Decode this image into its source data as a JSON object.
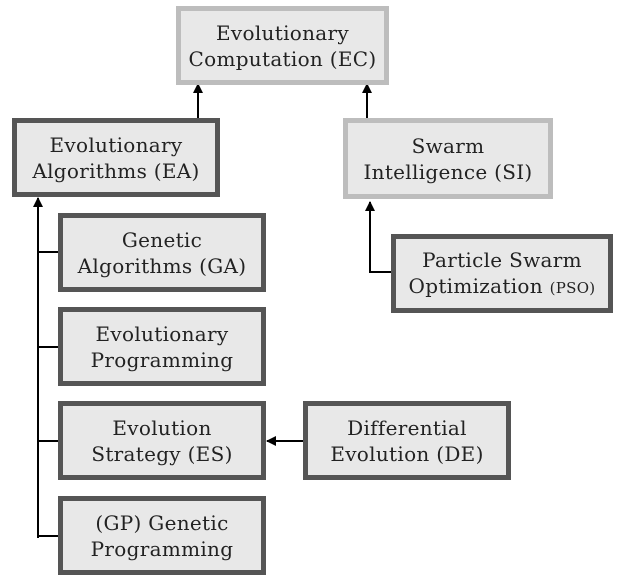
{
  "nodes": {
    "ec": {
      "line1": "Evolutionary",
      "line2": "Computation (EC)"
    },
    "ea": {
      "line1": "Evolutionary",
      "line2": "Algorithms (EA)"
    },
    "si": {
      "line1": "Swarm",
      "line2": "Intelligence (SI)"
    },
    "pso": {
      "line1": "Particle Swarm",
      "line2_main": "Optimization ",
      "line2_small": "(PSO)"
    },
    "ga": {
      "line1": "Genetic",
      "line2": "Algorithms (GA)"
    },
    "ep": {
      "line1": "Evolutionary",
      "line2": "Programming"
    },
    "es": {
      "line1": "Evolution",
      "line2": "Strategy (ES)"
    },
    "de": {
      "line1": "Differential",
      "line2": "Evolution (DE)"
    },
    "gp": {
      "line1": "(GP) Genetic",
      "line2": "Programming"
    }
  },
  "colors": {
    "box_fill": "#e8e8e8",
    "border_light": "#bdbdbd",
    "border_dark": "#555555",
    "line": "#000000"
  }
}
